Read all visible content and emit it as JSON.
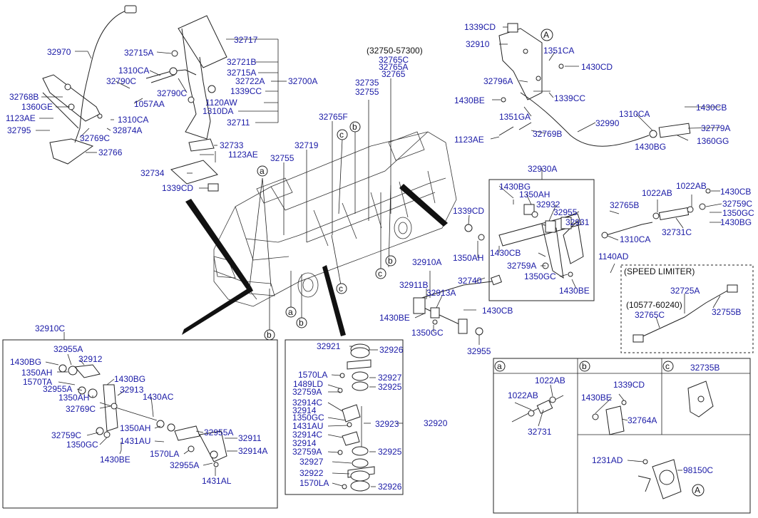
{
  "labels": {
    "l_32970": "32970",
    "l_32768B": "32768B",
    "l_1360GE": "1360GE",
    "l_1123AE_a": "1123AE",
    "l_32795": "32795",
    "l_32790C_a": "32790C",
    "l_1310CA_a": "1310CA",
    "l_1057AA": "1057AA",
    "l_1310CA_b": "1310CA",
    "l_32874A": "32874A",
    "l_32769C_a": "32769C",
    "l_32766": "32766",
    "l_32715A_a": "32715A",
    "l_32717": "32717",
    "l_32721B": "32721B",
    "l_32715A_b": "32715A",
    "l_32722A": "32722A",
    "l_32700A": "32700A",
    "l_32790C_b": "32790C",
    "l_1339CC_a": "1339CC",
    "l_1120AW": "1120AW",
    "l_1310DA": "1310DA",
    "l_32711": "32711",
    "l_32733": "32733",
    "l_1123AE_b": "1123AE",
    "l_32734": "32734",
    "l_1339CD_a": "1339CD",
    "l_32750": "(32750-57300)",
    "l_32765C_a": "32765C",
    "l_32765A": "32765A",
    "l_32765": "32765",
    "l_32735": "32735",
    "l_32755_a": "32755",
    "l_32765F": "32765F",
    "l_32719": "32719",
    "l_32755_b": "32755",
    "l_1339CD_b": "1339CD",
    "l_32910": "32910",
    "l_1351CA": "1351CA",
    "l_1430CD": "1430CD",
    "l_32796A": "32796A",
    "l_1430BE_a": "1430BE",
    "l_1339CC_b": "1339CC",
    "l_1351GA": "1351GA",
    "l_1123AE_c": "1123AE",
    "l_32769B": "32769B",
    "l_32990": "32990",
    "l_1310CA_c": "1310CA",
    "l_1430CB_a": "1430CB",
    "l_32779A": "32779A",
    "l_1430BG_a": "1430BG",
    "l_1360GG": "1360GG",
    "l_32930A": "32930A",
    "l_1430BG_b": "1430BG",
    "l_1350AH_a": "1350AH",
    "l_32932": "32932",
    "l_32955_a": "32955",
    "l_32931": "32931",
    "l_1339CD_c": "1339CD",
    "l_1350AH_b": "1350AH",
    "l_1430CB_b": "1430CB",
    "l_32759A_a": "32759A",
    "l_1350GC_a": "1350GC",
    "l_1430BE_b": "1430BE",
    "l_1140AD": "1140AD",
    "l_1022AB_a": "1022AB",
    "l_1022AB_b": "1022AB",
    "l_1430CB_c": "1430CB",
    "l_32765B": "32765B",
    "l_32759C_a": "32759C",
    "l_1350GC_b": "1350GC",
    "l_32731C": "32731C",
    "l_1430BG_c": "1430BG",
    "l_1310CA_d": "1310CA",
    "l_32910A": "32910A",
    "l_32911B": "32911B",
    "l_32913A": "32913A",
    "l_32740": "32740",
    "l_1430BE_c": "1430BE",
    "l_1430CB_d": "1430CB",
    "l_1350GC_c": "1350GC",
    "l_32955_b": "32955",
    "l_speed": "(SPEED LIMITER)",
    "l_32725A": "32725A",
    "l_10577": "(10577-60240)",
    "l_32765C_b": "32765C",
    "l_32755B": "32755B",
    "l_32910C": "32910C",
    "l_1430BG_d": "1430BG",
    "l_32955A_a": "32955A",
    "l_32912": "32912",
    "l_1350AH_c": "1350AH",
    "l_1570TA": "1570TA",
    "l_1430BG_e": "1430BG",
    "l_32913": "32913",
    "l_32955A_b": "32955A",
    "l_1350AH_d": "1350AH",
    "l_1430AC": "1430AC",
    "l_32769C_b": "32769C",
    "l_1350AH_e": "1350AH",
    "l_32955A_c": "32955A",
    "l_32759C_b": "32759C",
    "l_32911": "32911",
    "l_1350GC_d": "1350GC",
    "l_1431AU_a": "1431AU",
    "l_1570LA_a": "1570LA",
    "l_32914A": "32914A",
    "l_1430BE_d": "1430BE",
    "l_32955A_d": "32955A",
    "l_1431AL": "1431AL",
    "l_32921": "32921",
    "l_32926_a": "32926",
    "l_1570LA_b": "1570LA",
    "l_32927_a": "32927",
    "l_1489LD": "1489LD",
    "l_32925_a": "32925",
    "l_32759A_b": "32759A",
    "l_32914C_a": "32914C",
    "l_32914_a": "32914",
    "l_1350GC_e": "1350GC",
    "l_1431AU_b": "1431AU",
    "l_32923": "32923",
    "l_32920": "32920",
    "l_32914C_b": "32914C",
    "l_32914_b": "32914",
    "l_32759A_c": "32759A",
    "l_32925_b": "32925",
    "l_32927_b": "32927",
    "l_32922": "32922",
    "l_1570LA_c": "1570LA",
    "l_32926_b": "32926",
    "l_1022AB_c": "1022AB",
    "l_1022AB_d": "1022AB",
    "l_32731": "32731",
    "l_1339CD_d": "1339CD",
    "l_1430BE_e": "1430BE",
    "l_32764A": "32764A",
    "l_32735B": "32735B",
    "l_1231AD": "1231AD",
    "l_98150C": "98150C"
  },
  "callouts": {
    "A": "A",
    "a": "a",
    "b": "b",
    "c": "c"
  }
}
